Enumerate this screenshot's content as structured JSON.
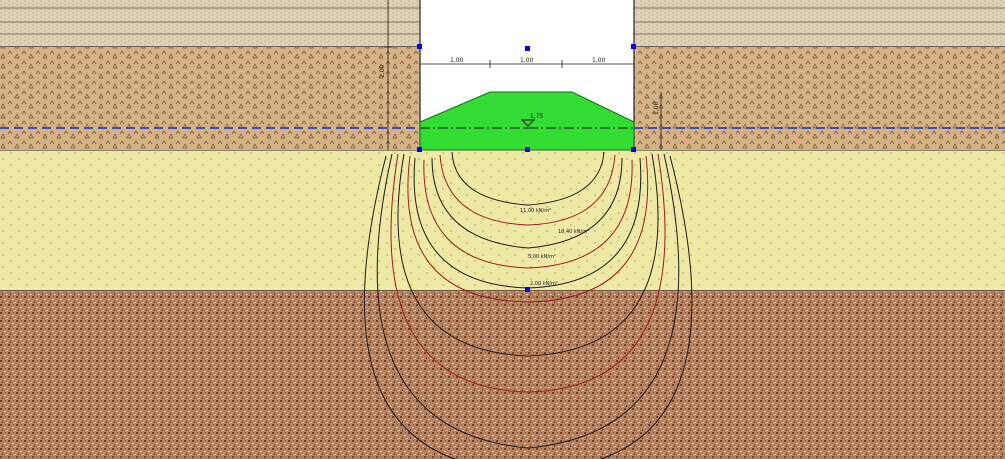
{
  "dimensions": {
    "left": "1,00",
    "middle": "1,00",
    "right": "1,00",
    "depth": "1,00"
  },
  "water_level": {
    "inside": "1,75"
  },
  "contours": [
    {
      "label": "11,00 kN/m²",
      "label_text": "11,00 kN/m²"
    },
    {
      "label": "10,40 kN/m²",
      "label_text": "10,40 kN/m²"
    },
    {
      "label": "5,00 kN/m²",
      "label_text": "5,00 kN/m²"
    },
    {
      "label": "2,00 kN/m²",
      "label_text": "2,00 kN/m²"
    }
  ],
  "colors": {
    "pavement": "#d8cbb0",
    "fill_soil": "#d2b082",
    "sand_layer": "#efe9a6",
    "bedrock": "#b07a56",
    "embankment": "#33dd33",
    "water_line": "#3b4fb6",
    "contour_red": "#9b1c1c",
    "contour_black": "#1a1a1a",
    "handle": "#0000ee"
  }
}
